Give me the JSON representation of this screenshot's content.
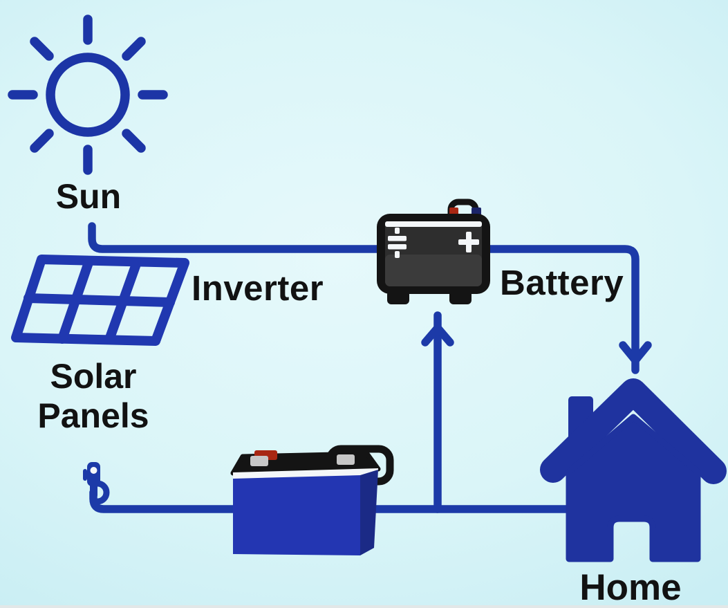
{
  "title": "Solar power system diagram",
  "labels": {
    "sun": "Sun",
    "solar_panels": "Solar\nPanels",
    "inverter": "Inverter",
    "battery": "Battery",
    "home": "Home"
  },
  "icons": [
    "sun-icon",
    "solar-panels-icon",
    "charging-plug-icon",
    "storage-battery-icon",
    "battery-icon",
    "home-icon",
    "up-arrow-icon",
    "down-arrow-icon"
  ],
  "edges": [
    {
      "from": "solar-panels",
      "to": "battery",
      "arrow": false
    },
    {
      "from": "battery",
      "to": "home",
      "arrow": true,
      "arrow_direction": "down"
    },
    {
      "from": "charging-plug",
      "to": "storage-battery",
      "arrow": false
    },
    {
      "from": "storage-battery",
      "to": "battery",
      "arrow": true,
      "arrow_direction": "up"
    },
    {
      "from": "storage-battery",
      "to": "home",
      "arrow": false
    }
  ],
  "colors": {
    "background_center": "#e6f9fb",
    "background_edge": "#c7edf3",
    "wire": "#1c3aa8",
    "sun": "#1c35a6",
    "panel": "#2038b0",
    "house": "#1f339f",
    "battery_body": "#2336b2",
    "battery_side": "#1b2a86",
    "battery_inner": "#2e2e2e",
    "dark": "#141414",
    "terminal_red": "#a82713",
    "terminal_metal": "#c7c7c7",
    "white": "#f4f7f9",
    "label_text": "#121212"
  }
}
